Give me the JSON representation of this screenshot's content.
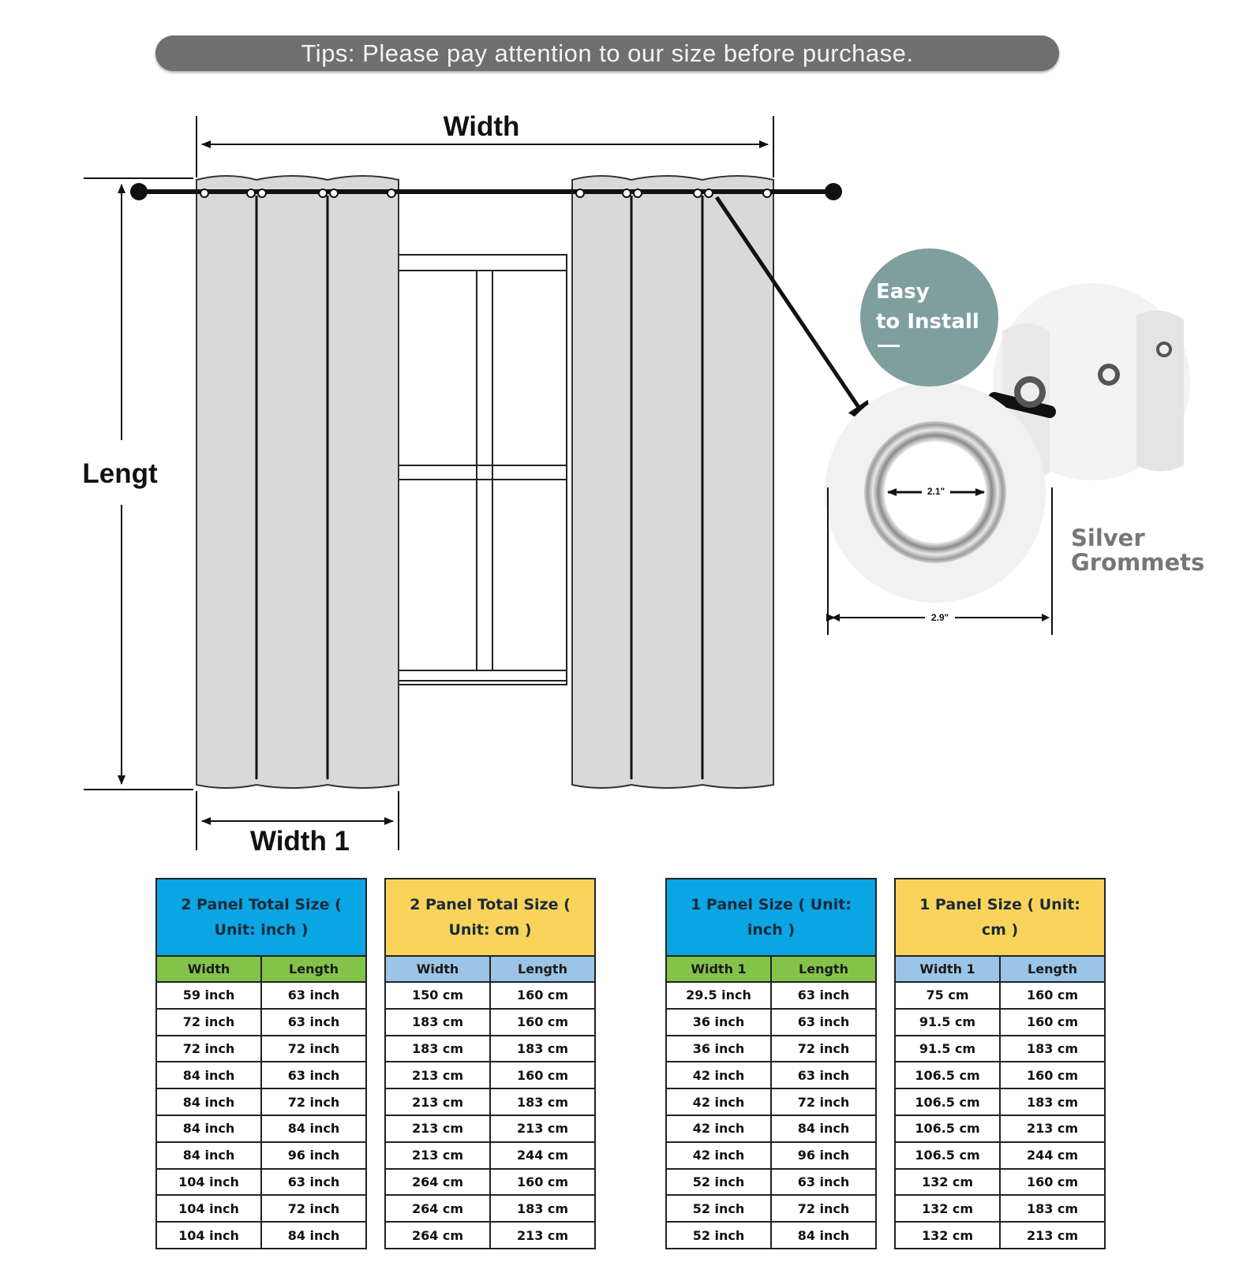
{
  "tips": "Tips: Please pay attention to our size before purchase.",
  "labels": {
    "width": "Width",
    "length": "Lengt",
    "width1": "Width 1"
  },
  "badge": {
    "line1": "Easy",
    "line2": "to Install"
  },
  "grommet": {
    "label_line1": "Silver",
    "label_line2": "Grommets",
    "inner_diameter": "2.1\"",
    "outer_diameter": "2.9\""
  },
  "colors": {
    "blue_header": "#0aa5e3",
    "yellow_header": "#fad35a",
    "green_sub": "#84c34a",
    "lightblue_sub": "#9cc4e6",
    "badge": "#7f9f9f",
    "tips_bar": "#6f6f6f"
  },
  "tables": [
    {
      "title": "2 Panel Total Size ( Unit: inch )",
      "header_color": "#0aa5e3",
      "sub_color": "#84c34a",
      "col1": "Width",
      "col2": "Length",
      "rows": [
        [
          "59 inch",
          "63 inch"
        ],
        [
          "72 inch",
          "63 inch"
        ],
        [
          "72 inch",
          "72 inch"
        ],
        [
          "84 inch",
          "63 inch"
        ],
        [
          "84 inch",
          "72 inch"
        ],
        [
          "84 inch",
          "84 inch"
        ],
        [
          "84 inch",
          "96 inch"
        ],
        [
          "104 inch",
          "63 inch"
        ],
        [
          "104 inch",
          "72 inch"
        ],
        [
          "104 inch",
          "84 inch"
        ]
      ]
    },
    {
      "title": "2 Panel Total Size ( Unit: cm )",
      "header_color": "#fad35a",
      "sub_color": "#9cc4e6",
      "col1": "Width",
      "col2": "Length",
      "rows": [
        [
          "150 cm",
          "160 cm"
        ],
        [
          "183 cm",
          "160 cm"
        ],
        [
          "183 cm",
          "183 cm"
        ],
        [
          "213 cm",
          "160 cm"
        ],
        [
          "213 cm",
          "183 cm"
        ],
        [
          "213 cm",
          "213 cm"
        ],
        [
          "213 cm",
          "244 cm"
        ],
        [
          "264 cm",
          "160 cm"
        ],
        [
          "264 cm",
          "183 cm"
        ],
        [
          "264 cm",
          "213 cm"
        ]
      ]
    },
    {
      "title": "1 Panel Size ( Unit: inch )",
      "header_color": "#0aa5e3",
      "sub_color": "#84c34a",
      "col1": "Width 1",
      "col2": "Length",
      "rows": [
        [
          "29.5 inch",
          "63 inch"
        ],
        [
          "36 inch",
          "63 inch"
        ],
        [
          "36 inch",
          "72 inch"
        ],
        [
          "42 inch",
          "63 inch"
        ],
        [
          "42 inch",
          "72 inch"
        ],
        [
          "42 inch",
          "84 inch"
        ],
        [
          "42 inch",
          "96 inch"
        ],
        [
          "52 inch",
          "63 inch"
        ],
        [
          "52 inch",
          "72 inch"
        ],
        [
          "52 inch",
          "84 inch"
        ]
      ]
    },
    {
      "title": "1 Panel Size ( Unit: cm )",
      "header_color": "#fad35a",
      "sub_color": "#9cc4e6",
      "col1": "Width 1",
      "col2": "Length",
      "rows": [
        [
          "75 cm",
          "160 cm"
        ],
        [
          "91.5 cm",
          "160 cm"
        ],
        [
          "91.5 cm",
          "183 cm"
        ],
        [
          "106.5 cm",
          "160 cm"
        ],
        [
          "106.5 cm",
          "183 cm"
        ],
        [
          "106.5 cm",
          "213 cm"
        ],
        [
          "106.5 cm",
          "244 cm"
        ],
        [
          "132 cm",
          "160 cm"
        ],
        [
          "132 cm",
          "183 cm"
        ],
        [
          "132 cm",
          "213 cm"
        ]
      ]
    }
  ]
}
